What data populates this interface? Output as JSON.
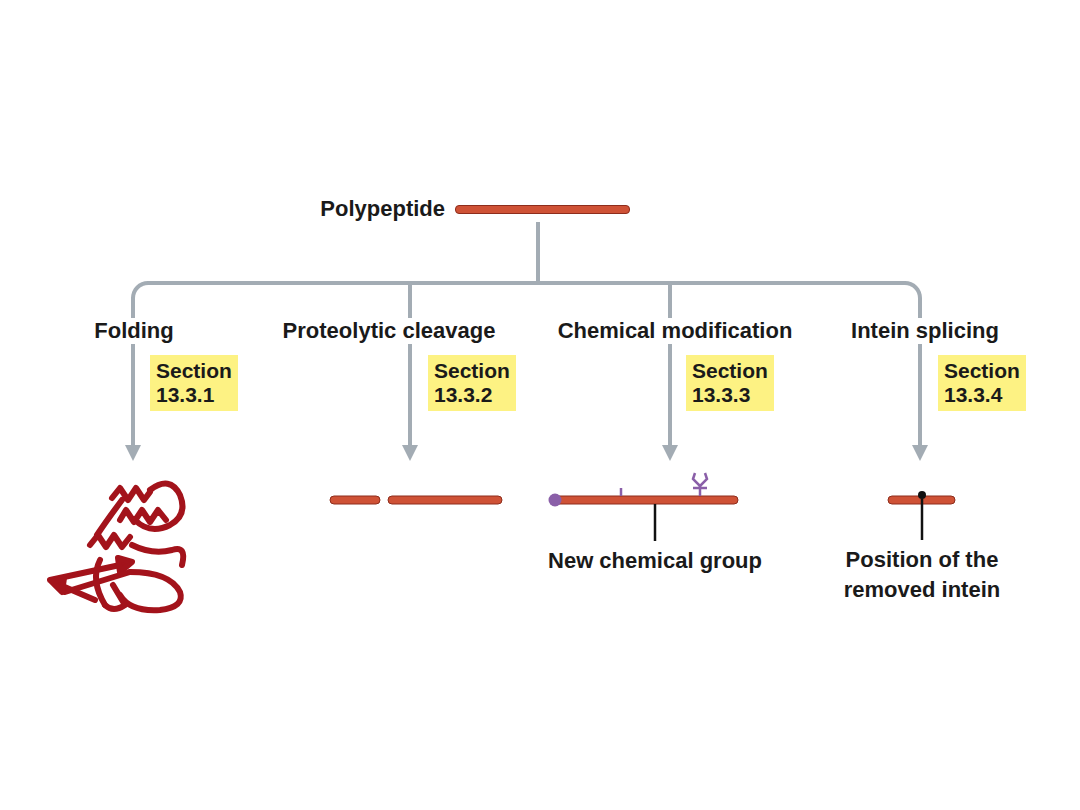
{
  "diagram": {
    "nodes": [
      {
        "text": [
          "Polypeptide"
        ]
      },
      {
        "text": [
          "Folding",
          "Section 13.3.1"
        ]
      },
      {
        "text": [
          "Proteolytic cleavage",
          "Section 13.3.2"
        ]
      },
      {
        "text": [
          "Chemical modification",
          "Section 13.3.3"
        ]
      },
      {
        "text": [
          "Intein splicing",
          "Section 13.3.4"
        ]
      }
    ],
    "edges": [
      {
        "from": 0,
        "to": 1,
        "arrow": "none"
      },
      {
        "from": 0,
        "to": 2,
        "arrow": "none"
      },
      {
        "from": 0,
        "to": 3,
        "arrow": "none"
      },
      {
        "from": 0,
        "to": 4,
        "arrow": "none"
      }
    ],
    "labels": [
      "New chemical group",
      "Position of the removed intein"
    ]
  }
}
